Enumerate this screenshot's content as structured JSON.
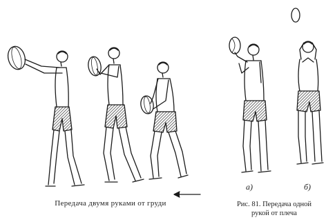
{
  "figure": {
    "caption_left": "Передача двумя руками от груди",
    "caption_right_line1": "Рис. 81. Передача одной",
    "caption_right_line2": "рукой от плеча",
    "label_a": "а)",
    "label_b": "б)"
  },
  "colors": {
    "ink": "#1a1a1a",
    "background": "#ffffff",
    "shorts_hatch": "#333333"
  },
  "icons": {
    "ball": "ball-icon",
    "arrow": "arrow-left-icon"
  }
}
